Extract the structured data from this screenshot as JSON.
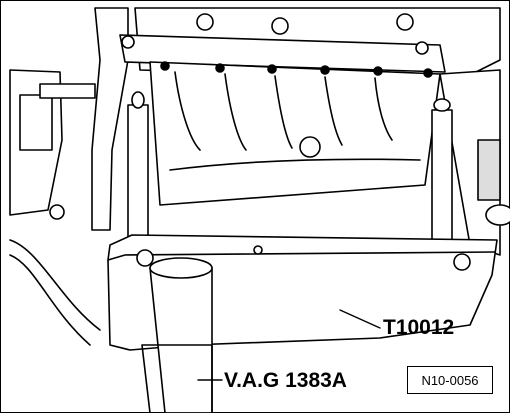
{
  "labels": {
    "tool_t10012": "T10012",
    "tool_vag1383a": "V.A.G 1383A",
    "figure_number": "N10-0056"
  }
}
